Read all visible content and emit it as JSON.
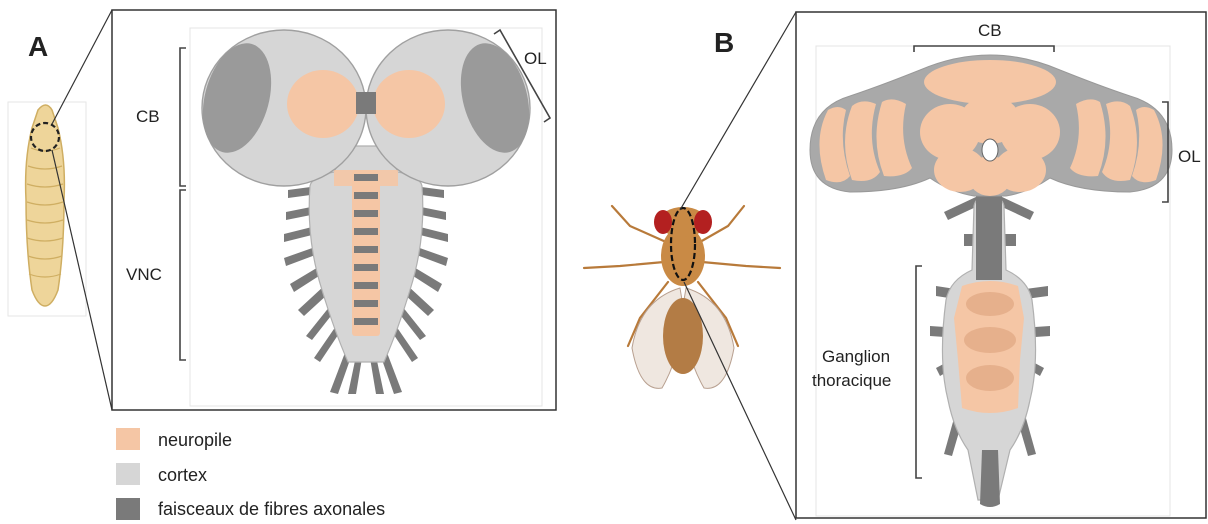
{
  "panel_a": {
    "letter": "A",
    "labels": {
      "cb": "CB",
      "ol": "OL",
      "vnc": "VNC"
    }
  },
  "panel_b": {
    "letter": "B",
    "labels": {
      "cb": "CB",
      "ol": "OL",
      "ganglion_line1": "Ganglion",
      "ganglion_line2": "thoracique"
    }
  },
  "legend": [
    {
      "label": "neuropile",
      "color": "#f5c6a5"
    },
    {
      "label": "cortex",
      "color": "#d6d6d6"
    },
    {
      "label": "faisceaux de fibres axonales",
      "color": "#7a7a7a"
    }
  ],
  "colors": {
    "neuropile": "#f5c6a5",
    "cortex": "#d6d6d6",
    "cortex_dark": "#a9a9a9",
    "axon": "#7a7a7a",
    "larva_body": "#eed59a",
    "fly_body": "#c98a45",
    "fly_eye": "#b32020",
    "frame": "#333333"
  }
}
